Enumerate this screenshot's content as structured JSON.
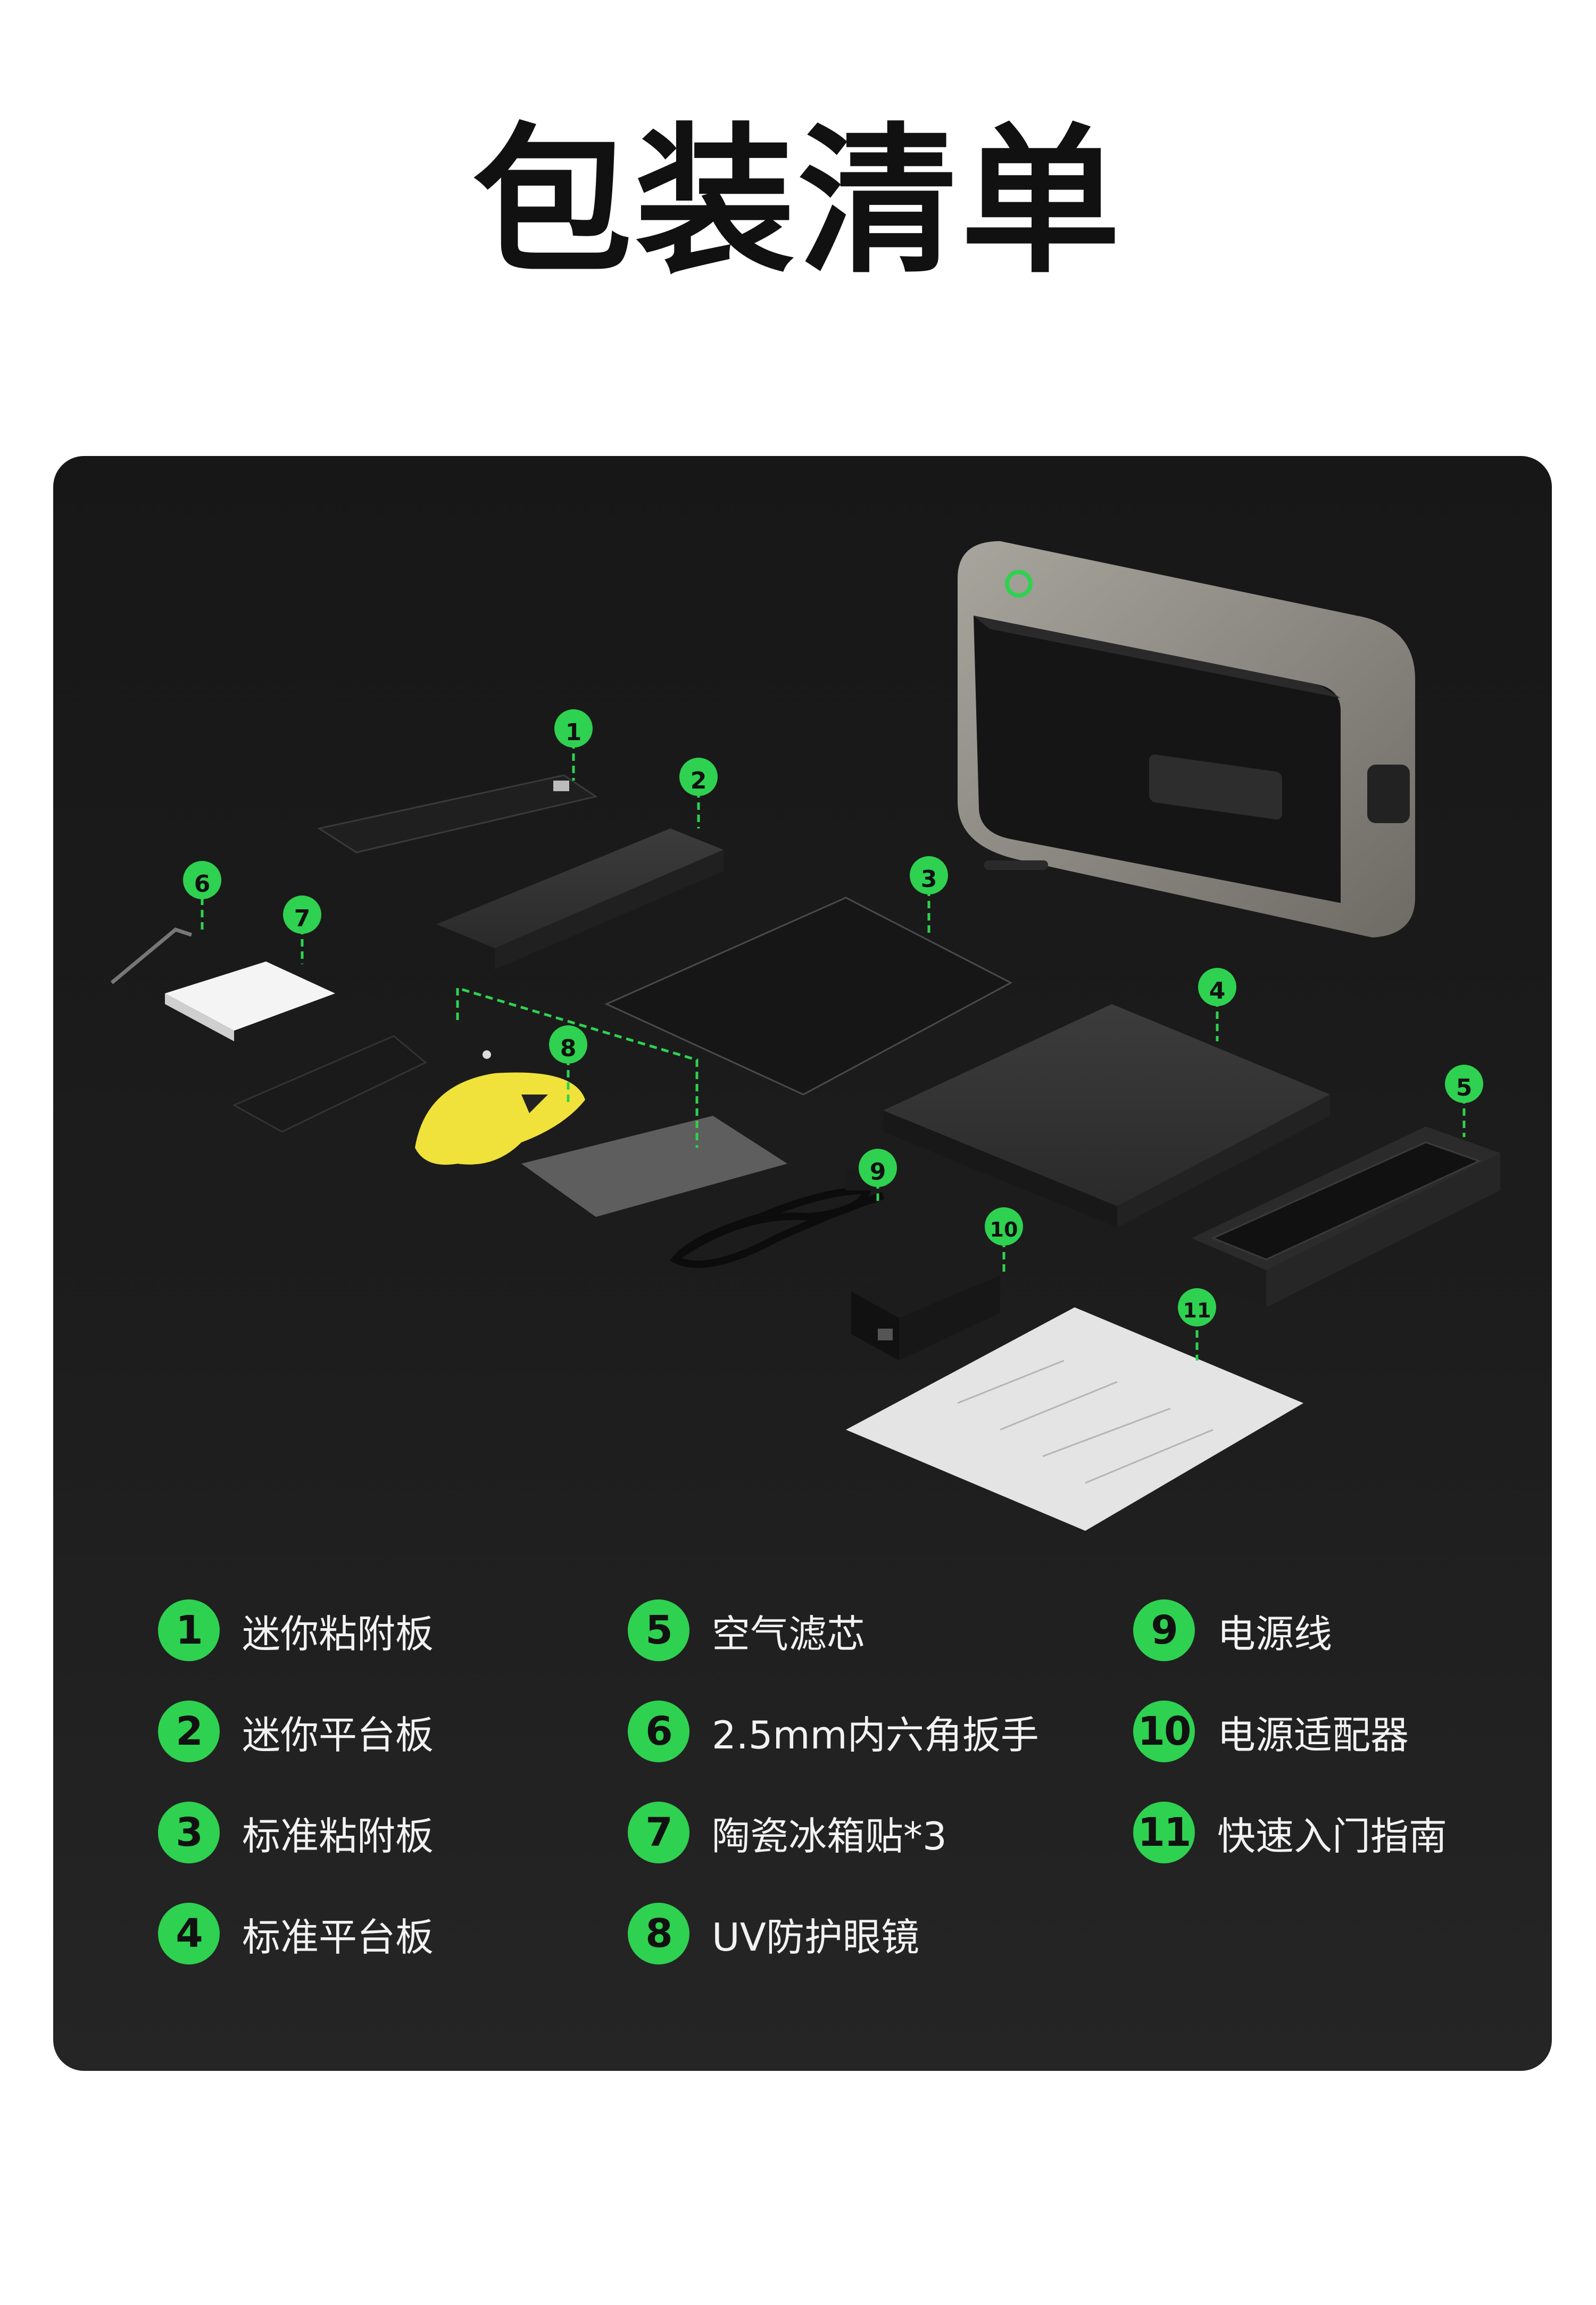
{
  "title": "包装清单",
  "accent_color": "#2fd150",
  "panel_color": "#1c1c1c",
  "callouts": [
    "1",
    "2",
    "3",
    "4",
    "5",
    "6",
    "7",
    "8",
    "9",
    "10",
    "11"
  ],
  "items": [
    {
      "num": "1",
      "label": "迷你粘附板"
    },
    {
      "num": "2",
      "label": "迷你平台板"
    },
    {
      "num": "3",
      "label": "标准粘附板"
    },
    {
      "num": "4",
      "label": "标准平台板"
    },
    {
      "num": "5",
      "label": "空气滤芯"
    },
    {
      "num": "6",
      "label": "2.5mm内六角扳手"
    },
    {
      "num": "7",
      "label": "陶瓷冰箱贴*3"
    },
    {
      "num": "8",
      "label": "UV防护眼镜"
    },
    {
      "num": "9",
      "label": "电源线"
    },
    {
      "num": "10",
      "label": "电源适配器"
    },
    {
      "num": "11",
      "label": "快速入门指南"
    }
  ]
}
